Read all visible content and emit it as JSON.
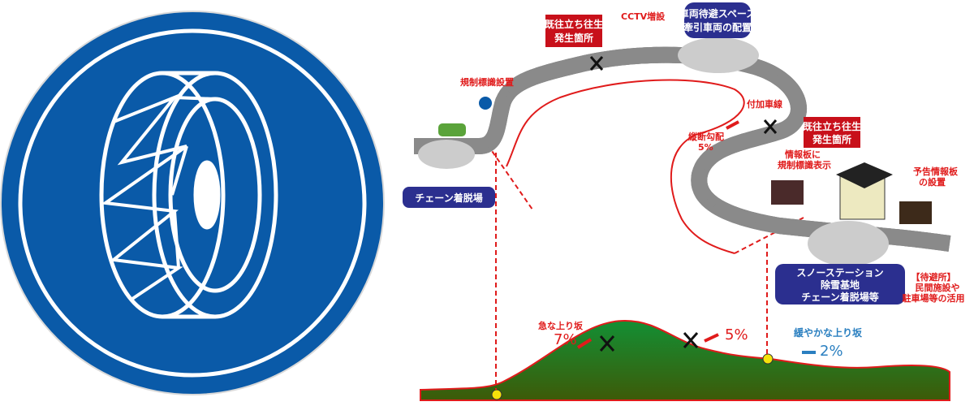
{
  "sign": {
    "icon": "tire-chain-icon",
    "color": "#0a5aa8"
  },
  "diagram": {
    "cctv_label": "CCTV増設",
    "regulation_sign_label": "規制標識設置",
    "stall_site_1": [
      "既往立ち往生",
      "発生箇所"
    ],
    "stall_site_2": [
      "既往立ち往生",
      "発生箇所"
    ],
    "waiting_space": [
      "車両待避スペース",
      "（牽引車両の配置）"
    ],
    "extra_lane": "付加車線",
    "grade_label": [
      "縦断勾配",
      "5%"
    ],
    "info_board": [
      "情報板に",
      "規制標識表示"
    ],
    "advance_board": [
      "予告情報板",
      "の設置"
    ],
    "chain_area": "チェーン着脱場",
    "snow_station": [
      "スノーステーション",
      "除雪基地",
      "チェーン着脱場等"
    ],
    "shelter": [
      "【待避所】",
      "民間施設や",
      "駐車場等の活用"
    ],
    "steep_slope": [
      "急な上り坂",
      "7%"
    ],
    "mid_slope": "5%",
    "gentle_slope": [
      "緩やかな上り坂",
      "2%"
    ],
    "colors": {
      "navy": "#2b2f8f",
      "red": "#e01b1b",
      "hill": "#2e6e12",
      "blue_text": "#2a7fc0"
    }
  }
}
